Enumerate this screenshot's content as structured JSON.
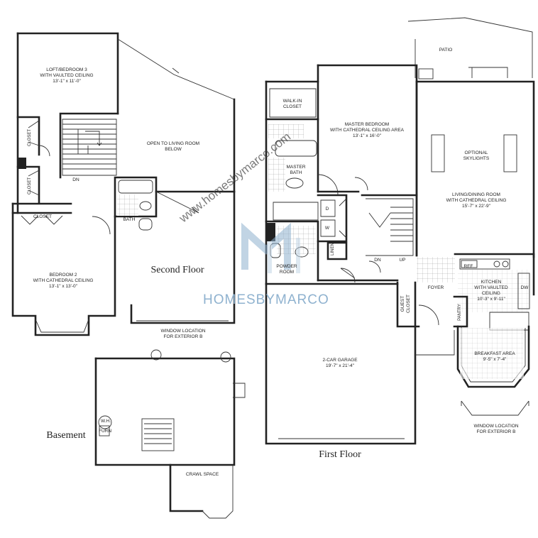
{
  "floors": {
    "second": "Second Floor",
    "basement": "Basement",
    "first": "First Floor"
  },
  "rooms": {
    "loft": [
      "LOFT/BEDROOM 3",
      "WITH VAULTED CEILING",
      "13'-1\" x 11'-0\""
    ],
    "open_living": [
      "OPEN TO LIVING ROOM",
      "BELOW"
    ],
    "closet_upper": "CLOSET",
    "closet_lower": "CLOSET",
    "closet_bed2": "CLOSET",
    "dn_second": "DN",
    "bath_second": "BATH",
    "bedroom2": [
      "BEDROOM 2",
      "WITH CATHEDRAL CEILING",
      "13'-1\" x 13'-0\""
    ],
    "window_b_second": [
      "WINDOW LOCATION",
      "FOR EXTERIOR B"
    ],
    "walkin": [
      "WALK-IN",
      "CLOSET"
    ],
    "master_bed": [
      "MASTER BEDROOM",
      "WITH CATHEDRAL CEILING AREA",
      "13'-1\" x 16'-0\""
    ],
    "master_bath": [
      "MASTER",
      "BATH"
    ],
    "d": "D",
    "w": "W",
    "linen": "LINEN",
    "powder": [
      "POWDER",
      "ROOM"
    ],
    "dn_first": "DN",
    "up_first": "UP",
    "patio": "PATIO",
    "skylights": [
      "OPTIONAL",
      "SKYLIGHTS"
    ],
    "living": [
      "LIVING/DINING ROOM",
      "WITH CATHEDRAL CEILING",
      "15'-7\" x 22'-9\""
    ],
    "ref": "REF",
    "kitchen": [
      "KITCHEN",
      "WITH VAULTED",
      "CEILING",
      "10'-3\" x 9'-11\""
    ],
    "dw": "DW",
    "foyer": "FOYER",
    "guest_closet": [
      "GUEST",
      "CLOSET"
    ],
    "pantry": "PANTRY",
    "breakfast": [
      "BREAKFAST AREA",
      "9'-5\" x 7'-4\""
    ],
    "garage": [
      "2-CAR GARAGE",
      "19'-7\" x 21'-4\""
    ],
    "window_b_first": [
      "WINDOW LOCATION",
      "FOR EXTERIOR B"
    ],
    "wh": "W.H.",
    "furn": "FURN",
    "crawl": "CRAWL SPACE"
  },
  "watermark": {
    "url": "www.homesbymarco.com",
    "brand": "HOMESBYMARCO",
    "monogram": "M"
  },
  "colors": {
    "wall": "#222222",
    "watermark": "#8fb2cf"
  }
}
